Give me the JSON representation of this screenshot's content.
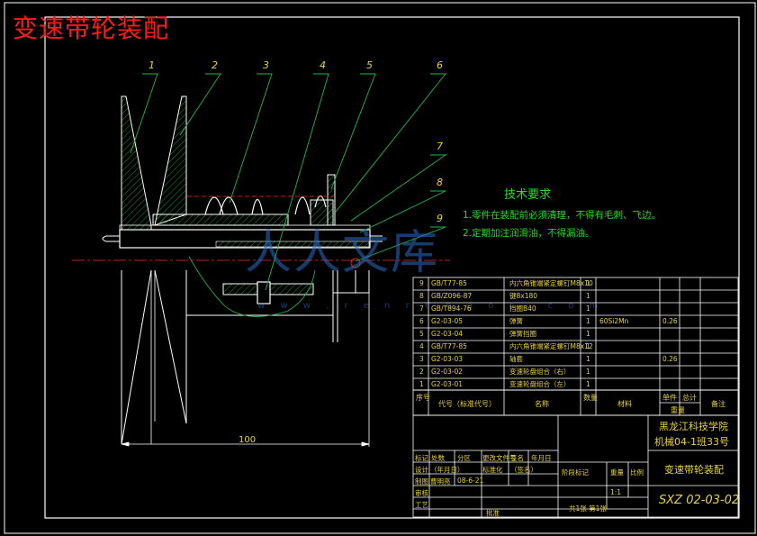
{
  "title": "变速带轮装配",
  "leader_numbers": [
    "1",
    "2",
    "3",
    "4",
    "5",
    "6",
    "7",
    "8",
    "9"
  ],
  "dimension": "100",
  "technical_requirements": {
    "title": "技术要求",
    "items": [
      "1.零件在装配前必须清理，不得有毛刺、飞边。",
      "2.定期加注润滑油，不得漏油。"
    ]
  },
  "watermark": {
    "text": "人人文库",
    "url": "w w w . r e n r e n d o c . c o m"
  },
  "bom": {
    "rows": [
      {
        "no": "9",
        "code": "GB/T77-85",
        "name": "内六角锥端紧定螺钉M8x10",
        "qty": "1",
        "material": "",
        "unit_weight": "",
        "note": ""
      },
      {
        "no": "8",
        "code": "GB/Z096-87",
        "name": "键8x180",
        "qty": "1",
        "material": "",
        "unit_weight": "",
        "note": ""
      },
      {
        "no": "7",
        "code": "GB/T894-76",
        "name": "挡圈B40",
        "qty": "1",
        "material": "",
        "unit_weight": "",
        "note": ""
      },
      {
        "no": "6",
        "code": "G2-03-05",
        "name": "弹簧",
        "qty": "1",
        "material": "60Si2Mn",
        "unit_weight": "0.26",
        "note": ""
      },
      {
        "no": "5",
        "code": "G2-03-04",
        "name": "弹簧挡圈",
        "qty": "1",
        "material": "",
        "unit_weight": "",
        "note": ""
      },
      {
        "no": "4",
        "code": "GB/T77-85",
        "name": "内六角锥端紧定螺钉M8x12",
        "qty": "1",
        "material": "",
        "unit_weight": "",
        "note": ""
      },
      {
        "no": "3",
        "code": "G2-03-03",
        "name": "轴套",
        "qty": "1",
        "material": "",
        "unit_weight": "0.26",
        "note": ""
      },
      {
        "no": "2",
        "code": "G2-03-02",
        "name": "变速轮盘组合（右）",
        "qty": "1",
        "material": "",
        "unit_weight": "",
        "note": ""
      },
      {
        "no": "1",
        "code": "G2-03-01",
        "name": "变速轮盘组合（左）",
        "qty": "1",
        "material": "",
        "unit_weight": "",
        "note": ""
      }
    ],
    "headers": {
      "no": "序号",
      "code": "代号（标准代号）",
      "name": "名称",
      "qty": "数量",
      "material": "材料",
      "unit": "单件",
      "total": "总计",
      "weight": "重量",
      "note": "备注"
    }
  },
  "title_block": {
    "school": "黑龙江科技学院",
    "class": "机械04-1班33号",
    "drawing_name": "变速带轮装配",
    "drawing_no": "SXZ 02-03-02",
    "scale": "1:1",
    "sheet": "共1张  第1张",
    "labels": {
      "mark": "标记",
      "count": "处数",
      "zone": "分区",
      "change_doc": "更改文件号",
      "sign": "签名",
      "date": "年月日",
      "design": "设计",
      "sign_date": "（年月日）",
      "standardize": "标准化",
      "sign_name": "（签名）",
      "stage_mark": "阶段标记",
      "weight": "重量",
      "scale": "比例",
      "draw": "制图",
      "drawer": "曹明亮",
      "draw_date": "08-6-21",
      "review": "审核",
      "process": "工艺",
      "approve": "批准"
    }
  }
}
